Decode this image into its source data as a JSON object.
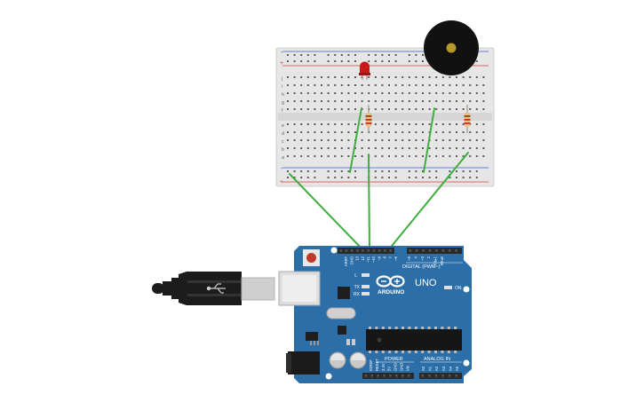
{
  "colors": {
    "background": "#ffffff",
    "breadboard": "#e6e6e6",
    "breadboard_hole": "#5a5a5a",
    "rail_red": "#d83a3a",
    "rail_blue": "#3a5fd8",
    "arduino_board": "#2b6ea8",
    "arduino_dark": "#1f5382",
    "header_black": "#2a2a2a",
    "wire_green": "#3fae3f",
    "led_red": "#c81818",
    "buzzer_black": "#111111",
    "buzzer_center": "#b8962a",
    "usb_cable": "#1c1c1c",
    "usb_metal": "#cfcfcf",
    "reset_button": "#c0392b"
  },
  "breadboard": {
    "row_letters_top": [
      "j",
      "i",
      "h",
      "g",
      "f"
    ],
    "row_letters_bottom": [
      "e",
      "d",
      "c",
      "b",
      "a"
    ],
    "rail_plus": "+",
    "rail_minus": "-"
  },
  "components": {
    "led": {
      "icon": "led-icon"
    },
    "buzzer": {
      "icon": "buzzer-icon"
    },
    "resistors": [
      {
        "icon": "resistor-icon"
      },
      {
        "icon": "resistor-icon"
      }
    ]
  },
  "arduino": {
    "brand": "ARDUINO",
    "model": "UNO",
    "digital_label": "DIGITAL (PWM~)",
    "power_label": "POWER",
    "analog_label": "ANALOG IN",
    "on_label": "ON",
    "led_labels": [
      "L",
      "TX",
      "RX"
    ],
    "top_pins": [
      "AREF",
      "GND",
      "13",
      "12",
      "~11",
      "~10",
      "~9",
      "8",
      "7",
      "~6",
      "~5",
      "4",
      "~3",
      "2",
      "TX▸1",
      "RX◂0"
    ],
    "power_pins": [
      "IOREF",
      "RESET",
      "3.3V",
      "5V",
      "GND",
      "GND",
      "Vin"
    ],
    "analog_pins": [
      "A0",
      "A1",
      "A2",
      "A3",
      "A4",
      "A5"
    ]
  }
}
